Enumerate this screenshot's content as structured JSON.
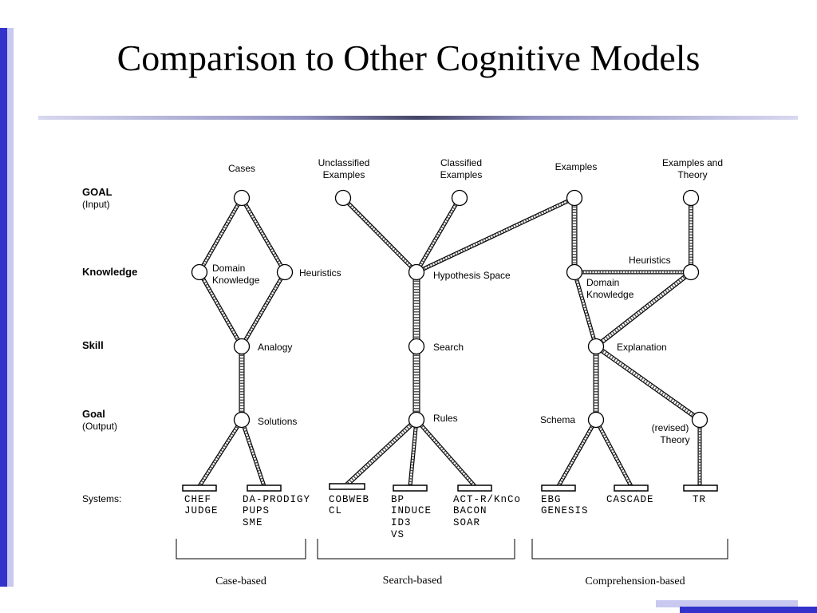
{
  "title": "Comparison to Other Cognitive Models",
  "row_labels": {
    "goal_input": "GOAL",
    "goal_input_sub": "(Input)",
    "knowledge": "Knowledge",
    "skill": "Skill",
    "goal_output": "Goal",
    "goal_output_sub": "(Output)",
    "systems": "Systems:"
  },
  "case_based": {
    "input": "Cases",
    "domain_knowledge": [
      "Domain",
      "Knowledge"
    ],
    "heuristics": "Heuristics",
    "skill": "Analogy",
    "output": "Solutions",
    "systems_left": [
      "CHEF",
      "JUDGE"
    ],
    "systems_right": [
      "DA-PRODIGY",
      "PUPS",
      "SME"
    ],
    "category": "Case-based"
  },
  "search_based": {
    "input_left": [
      "Unclassified",
      "Examples"
    ],
    "input_right": [
      "Classified",
      "Examples"
    ],
    "knowledge": "Hypothesis Space",
    "skill": "Search",
    "output": "Rules",
    "systems_1": [
      "COBWEB",
      "CL"
    ],
    "systems_2": [
      "BP",
      "INDUCE",
      "ID3",
      "VS"
    ],
    "systems_3": [
      "ACT-R/KnCo",
      "BACON",
      "SOAR"
    ],
    "category": "Search-based"
  },
  "comprehension_based": {
    "input_left": "Examples",
    "input_right": [
      "Examples and",
      "Theory"
    ],
    "heuristics": "Heuristics",
    "domain_knowledge": [
      "Domain",
      "Knowledge"
    ],
    "skill": "Explanation",
    "output_left": "Schema",
    "output_right": [
      "(revised)",
      "Theory"
    ],
    "systems_1": [
      "EBG",
      "GENESIS"
    ],
    "systems_2": [
      "CASCADE"
    ],
    "systems_3": [
      "TR"
    ],
    "category": "Comprehension-based"
  }
}
